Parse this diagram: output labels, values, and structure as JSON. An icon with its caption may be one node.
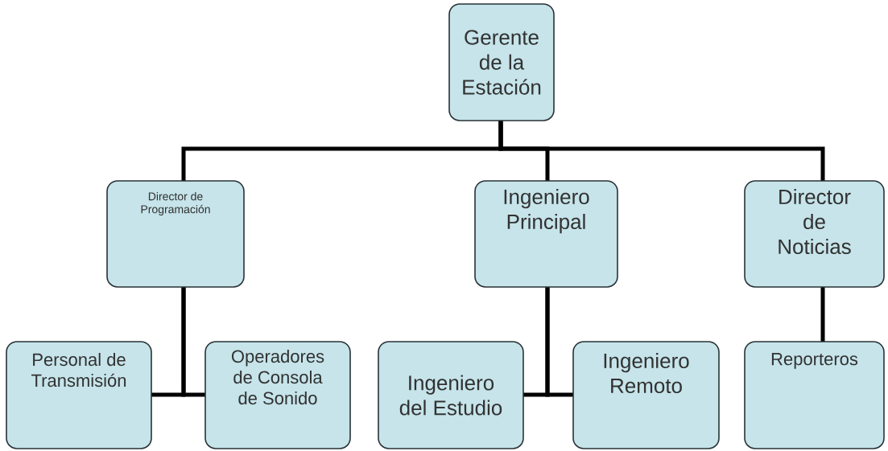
{
  "diagram": {
    "nodes": [
      {
        "text": [
          "Gerente de la Estación"
        ]
      },
      {
        "text": [
          "Director de Programación"
        ]
      },
      {
        "text": [
          "Ingeniero Principal"
        ]
      },
      {
        "text": [
          "Director de Noticias"
        ]
      },
      {
        "text": [
          "Personal de Transmisión"
        ]
      },
      {
        "text": [
          "Operadores de Consola de Sonido"
        ]
      },
      {
        "text": [
          "Ingeniero del Estudio"
        ]
      },
      {
        "text": [
          "Ingeniero Remoto"
        ]
      },
      {
        "text": [
          "Reporteros"
        ]
      }
    ],
    "edges": [
      {
        "from": 0,
        "to": 1,
        "arrow": "none"
      },
      {
        "from": 0,
        "to": 2,
        "arrow": "none"
      },
      {
        "from": 0,
        "to": 3,
        "arrow": "none"
      },
      {
        "from": 1,
        "to": 4,
        "arrow": "none"
      },
      {
        "from": 1,
        "to": 5,
        "arrow": "none"
      },
      {
        "from": 2,
        "to": 6,
        "arrow": "none"
      },
      {
        "from": 2,
        "to": 7,
        "arrow": "none"
      },
      {
        "from": 3,
        "to": 8,
        "arrow": "none"
      }
    ]
  }
}
